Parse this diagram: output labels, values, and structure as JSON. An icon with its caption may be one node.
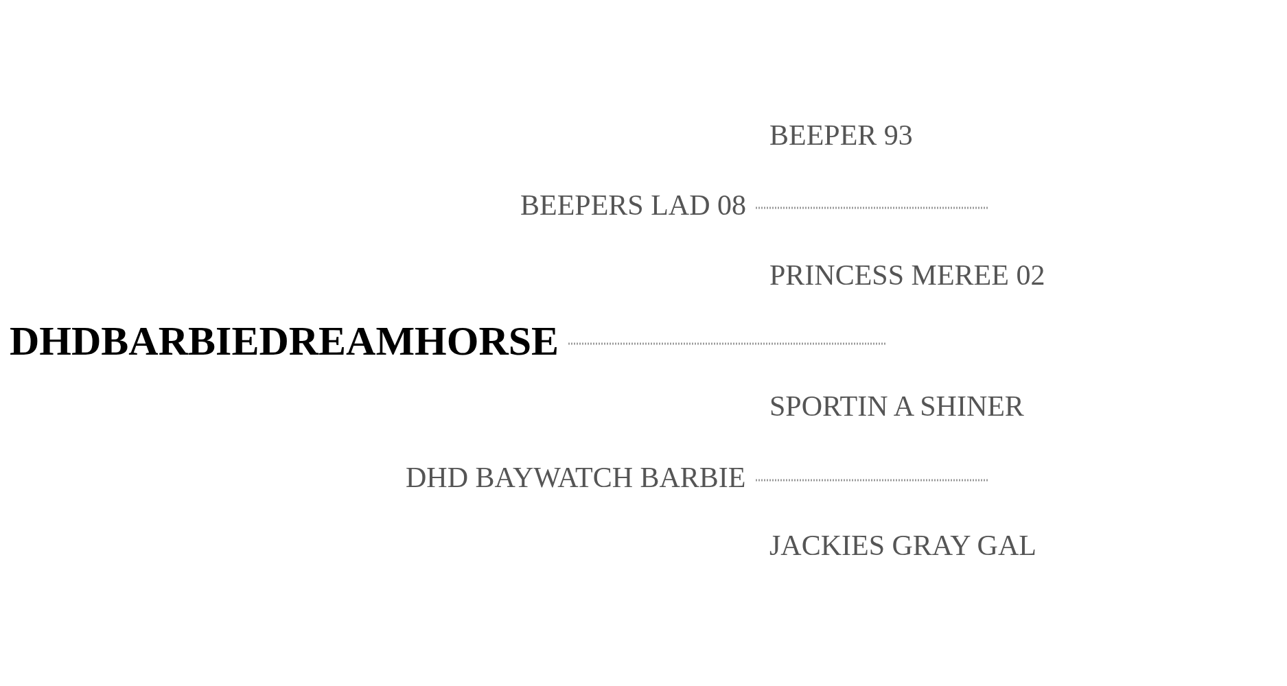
{
  "diagram": {
    "nodes": [
      {
        "text": [
          "BEEPER 93"
        ]
      },
      {
        "text": [
          "BEEPERS LAD 08"
        ]
      },
      {
        "text": [
          "PRINCESS MEREE 02"
        ]
      },
      {
        "text": [
          "DHDBARBIEDREAMHORSE"
        ]
      },
      {
        "text": [
          "SPORTIN A SHINER"
        ]
      },
      {
        "text": [
          "DHD BAYWATCH BARBIE"
        ]
      },
      {
        "text": [
          "JACKIES GRAY GAL"
        ]
      }
    ],
    "edges": [
      {
        "from": 1,
        "to": null,
        "arrow": "none"
      },
      {
        "from": 3,
        "to": null,
        "arrow": "none"
      },
      {
        "from": 5,
        "to": null,
        "arrow": "none"
      }
    ]
  }
}
